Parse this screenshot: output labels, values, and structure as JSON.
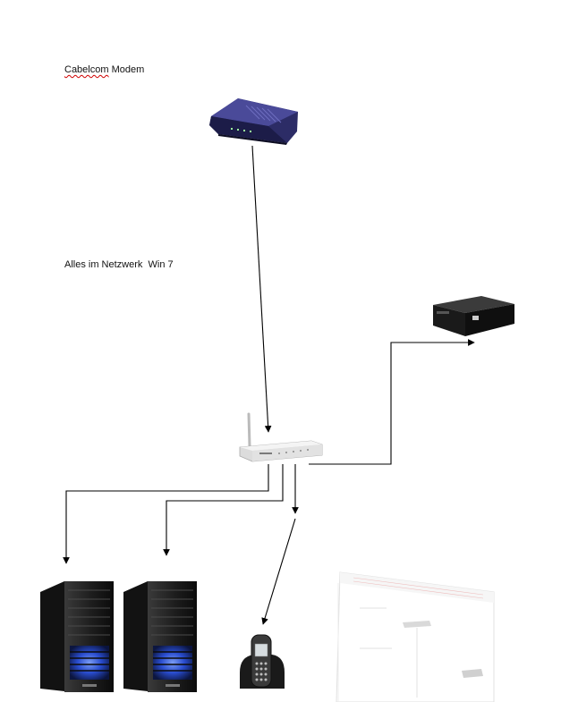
{
  "labels": {
    "modem_name": "Cabelcom",
    "modem_suffix": " Modem",
    "network_note": "Alles im Netzwerk  Win 7"
  },
  "devices": [
    {
      "name": "cable-modem",
      "icon": "modem-icon"
    },
    {
      "name": "wireless-router",
      "icon": "router-icon"
    },
    {
      "name": "media-player",
      "icon": "media-box-icon"
    },
    {
      "name": "desktop-pc-1",
      "icon": "tower-pc-icon"
    },
    {
      "name": "desktop-pc-2",
      "icon": "tower-pc-icon"
    },
    {
      "name": "voip-phone",
      "icon": "cordless-phone-icon"
    },
    {
      "name": "desktop-screenshot",
      "icon": "screenshot-thumbnail-icon"
    }
  ],
  "connections": [
    {
      "from": "cable-modem",
      "to": "wireless-router"
    },
    {
      "from": "wireless-router",
      "to": "media-player"
    },
    {
      "from": "wireless-router",
      "to": "desktop-pc-1"
    },
    {
      "from": "wireless-router",
      "to": "desktop-pc-2"
    },
    {
      "from": "wireless-router",
      "to": "voip-phone"
    }
  ],
  "colors": {
    "line": "#000000",
    "device_dark": "#1e1e1e",
    "pc_fan_glow": "#2a4fd8",
    "router_body": "#e8e8e8"
  }
}
